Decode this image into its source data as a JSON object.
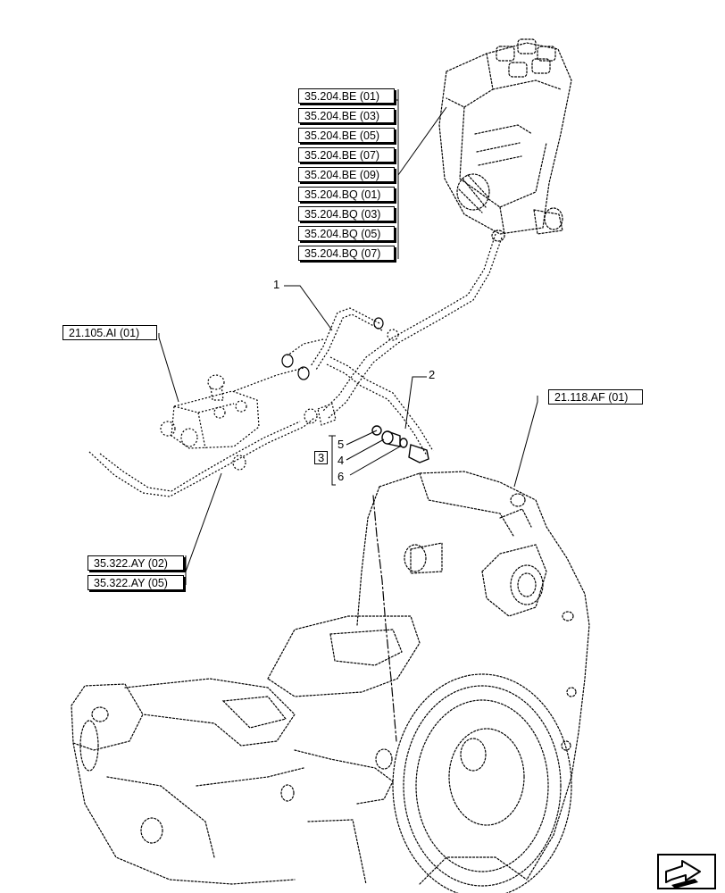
{
  "valve_refs": [
    "35.204.BE (01)",
    "35.204.BE (03)",
    "35.204.BE (05)",
    "35.204.BE (07)",
    "35.204.BE (09)",
    "35.204.BQ (01)",
    "35.204.BQ (03)",
    "35.204.BQ (05)",
    "35.204.BQ (07)"
  ],
  "hitch_valve_ref": "21.105.AI (01)",
  "transmission_ref": "21.118.AF (01)",
  "coupler_refs": [
    "35.322.AY (02)",
    "35.322.AY (05)"
  ],
  "callouts": {
    "item1": "1",
    "item2": "2",
    "kit": "3",
    "item4": "4",
    "item5": "5",
    "item6": "6"
  },
  "nav": {
    "icon": "next-page-arrow-icon"
  }
}
